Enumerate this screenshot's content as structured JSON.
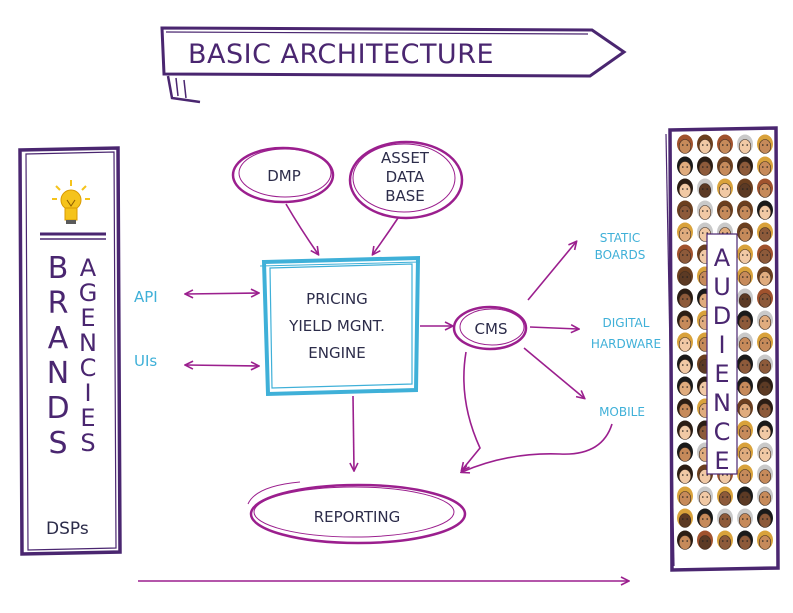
{
  "title": "BASIC ARCHITECTURE",
  "left_panel": {
    "brands": "BRANDS",
    "agencies": "AGENCIES",
    "dsps": "DSPs",
    "icon": "lightbulb-icon"
  },
  "inputs": {
    "api": "API",
    "uis": "UIs"
  },
  "sources": {
    "dmp": "DMP",
    "asset_database": [
      "ASSET",
      "DATA",
      "BASE"
    ]
  },
  "engine": [
    "PRICING",
    "YIELD MGNT.",
    "ENGINE"
  ],
  "cms": "CMS",
  "reporting": "REPORTING",
  "outputs": {
    "static_boards": [
      "STATIC",
      "BOARDS"
    ],
    "digital_hardware": [
      "DIGITAL",
      "HARDWARE"
    ],
    "mobile": "MOBILE"
  },
  "audience": {
    "label": "AUDIENCE",
    "icon": "crowd-faces-icon"
  },
  "colors": {
    "purple": "#4a2670",
    "magenta": "#9b1f8e",
    "cyan": "#3fb0d8",
    "bulb": "#f5c31c"
  }
}
